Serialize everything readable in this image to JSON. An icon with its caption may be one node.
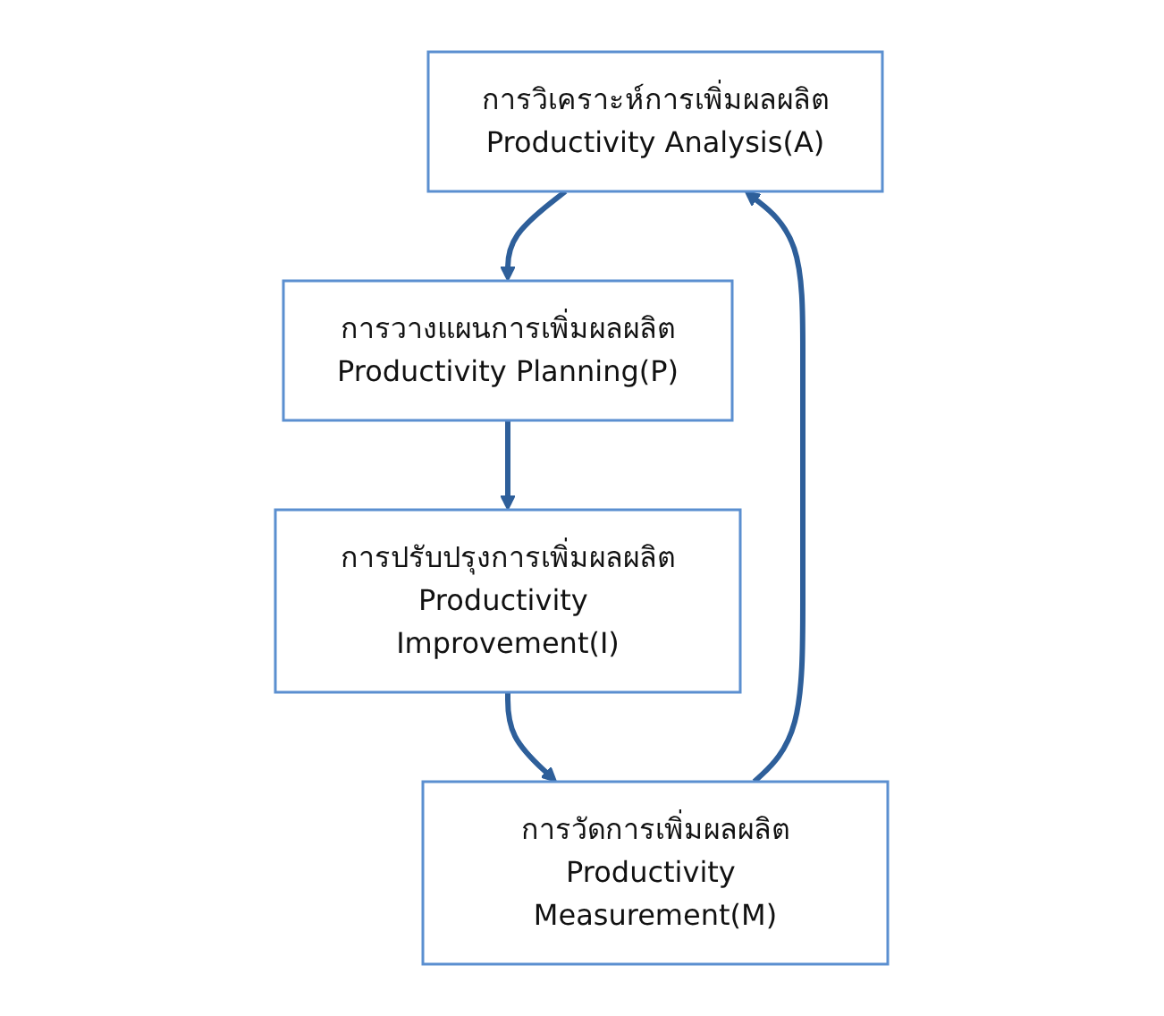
{
  "diagram": {
    "nodes": [
      {
        "text": [
          "การวิเคราะห์การเพิ่มผลผลิต",
          "Productivity Analysis(A)"
        ]
      },
      {
        "text": [
          "การวางแผนการเพิ่มผลผลิต",
          "Productivity Planning(P)"
        ]
      },
      {
        "text": [
          "การปรับปรุงการเพิ่มผลผลิต",
          "Productivity Improvement(I)"
        ]
      },
      {
        "text": [
          "การวัดการเพิ่มผลผลิต",
          "Productivity Measurement(M)"
        ]
      }
    ],
    "edges": [
      {
        "from": 0,
        "to": 1,
        "arrow": "to"
      },
      {
        "from": 1,
        "to": 2,
        "arrow": "to"
      },
      {
        "from": 2,
        "to": 3,
        "arrow": "to"
      },
      {
        "from": 3,
        "to": 0,
        "arrow": "to"
      }
    ]
  }
}
